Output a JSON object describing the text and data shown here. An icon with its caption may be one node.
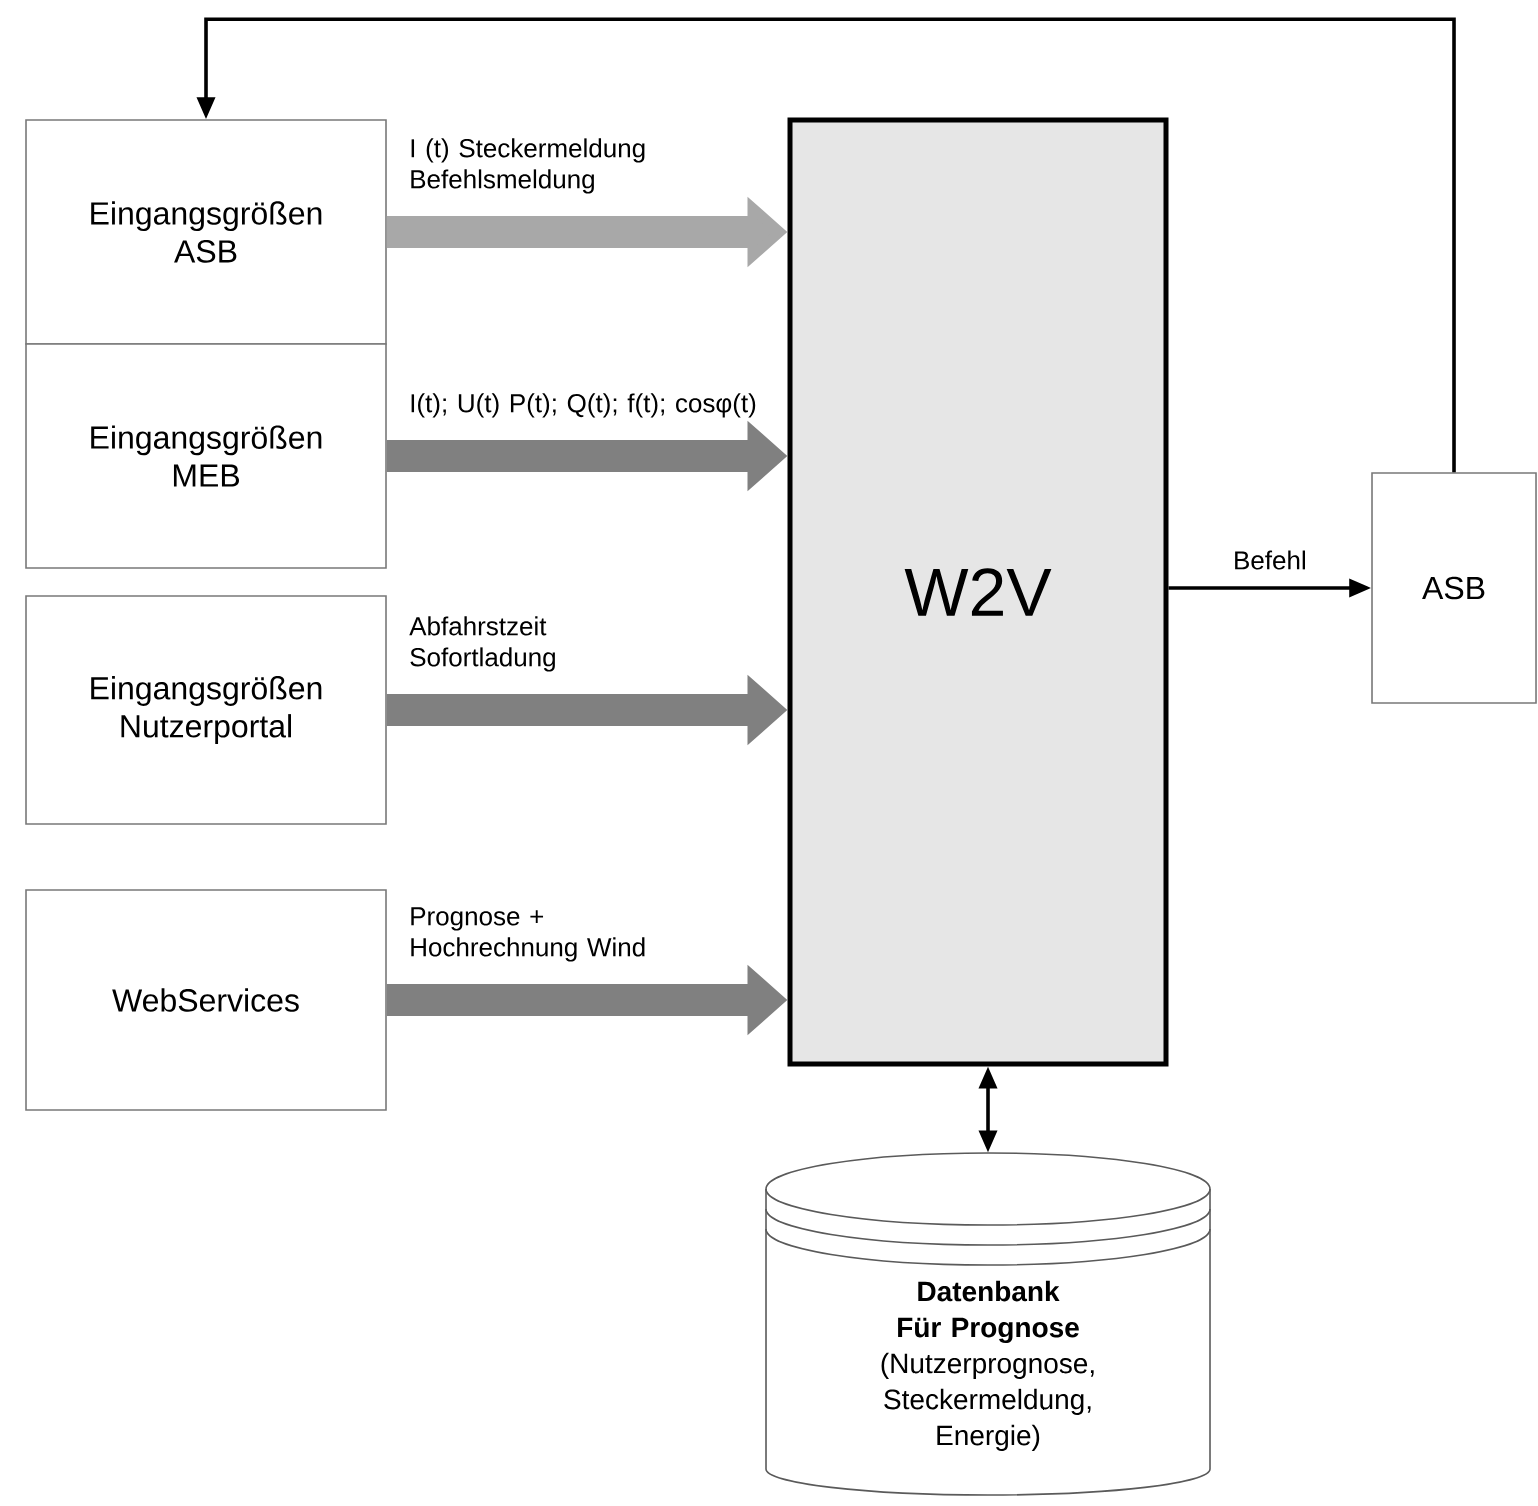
{
  "diagram": {
    "nodes": [
      {
        "text": [
          "Eingangsgrößen ASB"
        ]
      },
      {
        "text": [
          "Eingangsgrößen MEB"
        ]
      },
      {
        "text": [
          "Eingangsgrößen Nutzerportal"
        ]
      },
      {
        "text": [
          "WebServices"
        ]
      },
      {
        "text": [
          "W2V"
        ]
      },
      {
        "text": [
          "ASB"
        ]
      },
      {
        "text": [
          "Datenbank Für Prognose",
          "(Nutzerprognose, Steckermeldung, Energie)"
        ]
      }
    ],
    "edges": [
      {
        "from": 0,
        "to": 4,
        "arrow": "to",
        "label": "I (t) Steckermeldung Befehlsmeldung",
        "color": "#a8a8a8"
      },
      {
        "from": 1,
        "to": 4,
        "arrow": "to",
        "label": "I(t); U(t) P(t); Q(t); f(t); cosφ(t)",
        "color": "#808080"
      },
      {
        "from": 2,
        "to": 4,
        "arrow": "to",
        "label": "Abfahrstzeit Sofortladung",
        "color": "#808080"
      },
      {
        "from": 3,
        "to": 4,
        "arrow": "to",
        "label": "Prognose + Hochrechnung Wind",
        "color": "#808080"
      },
      {
        "from": 4,
        "to": 5,
        "arrow": "to",
        "label": "Befehl",
        "color": "#000000"
      },
      {
        "from": 5,
        "to": 0,
        "arrow": "to",
        "color": "#000000"
      },
      {
        "from": 4,
        "to": 6,
        "arrow": "both",
        "color": "#000000"
      }
    ]
  }
}
